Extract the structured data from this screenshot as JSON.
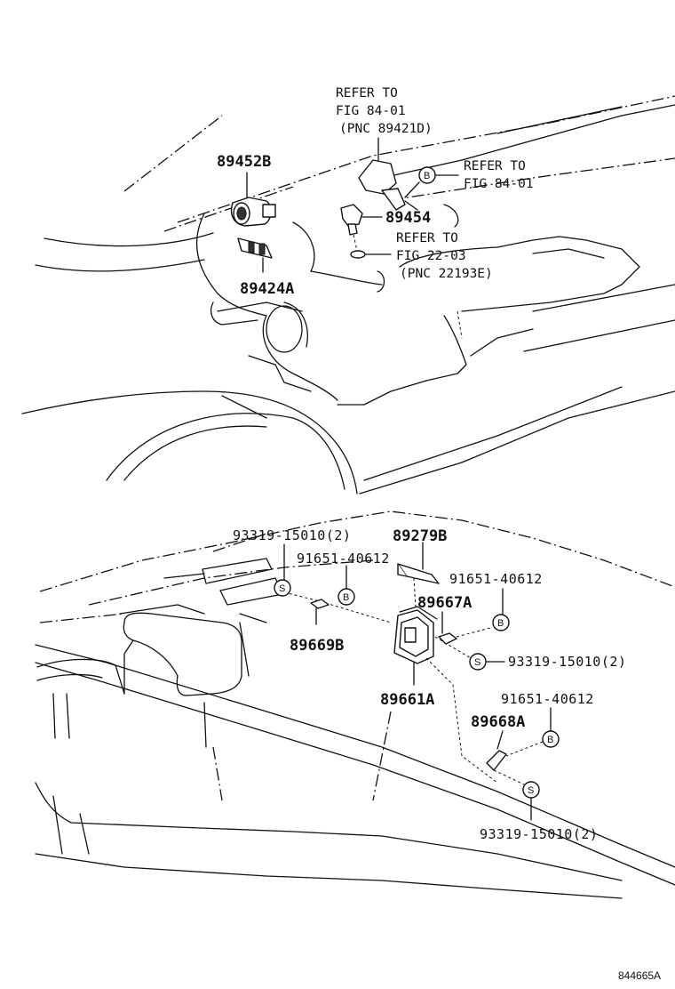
{
  "diagram_code": "844665A",
  "top": {
    "refer_sensor": [
      "REFER TO",
      "FIG 84-01",
      "(PNC 89421D)"
    ],
    "refer_b": [
      "REFER TO",
      "FIG 84-01"
    ],
    "refer_gasket": [
      "REFER TO",
      "FIG 22-03",
      "(PNC 22193E)"
    ],
    "part_89452B": "89452B",
    "part_89454": "89454",
    "part_89424A": "89424A",
    "marker_b": "B"
  },
  "bottom": {
    "screw_left": "93319-15010(2)",
    "bolt_left": "91651-40612",
    "part_89279B": "89279B",
    "bolt_right": "91651-40612",
    "part_89667A": "89667A",
    "part_89669B": "89669B",
    "screw_right": "93319-15010(2)",
    "part_89661A": "89661A",
    "bolt_low": "91651-40612",
    "part_89668A": "89668A",
    "screw_low": "93319-15010(2)",
    "marker_s": "S",
    "marker_b": "B"
  }
}
